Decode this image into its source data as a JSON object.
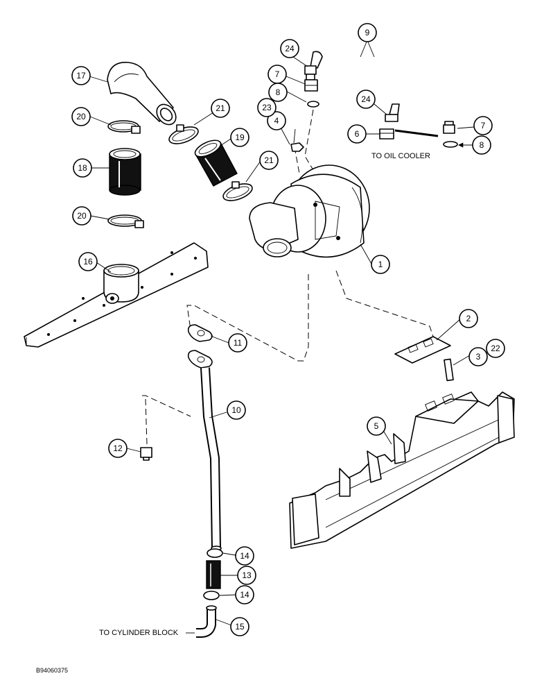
{
  "labels": {
    "to_oil_cooler": "TO OIL COOLER",
    "to_cylinder_block": "TO CYLINDER BLOCK",
    "figure_ref": "B94060375"
  },
  "callouts": [
    "1",
    "2",
    "3",
    "4",
    "5",
    "6",
    "7",
    "7",
    "8",
    "8",
    "9",
    "10",
    "11",
    "12",
    "13",
    "14",
    "14",
    "15",
    "16",
    "17",
    "18",
    "19",
    "20",
    "20",
    "21",
    "21",
    "22",
    "23",
    "24",
    "24"
  ]
}
